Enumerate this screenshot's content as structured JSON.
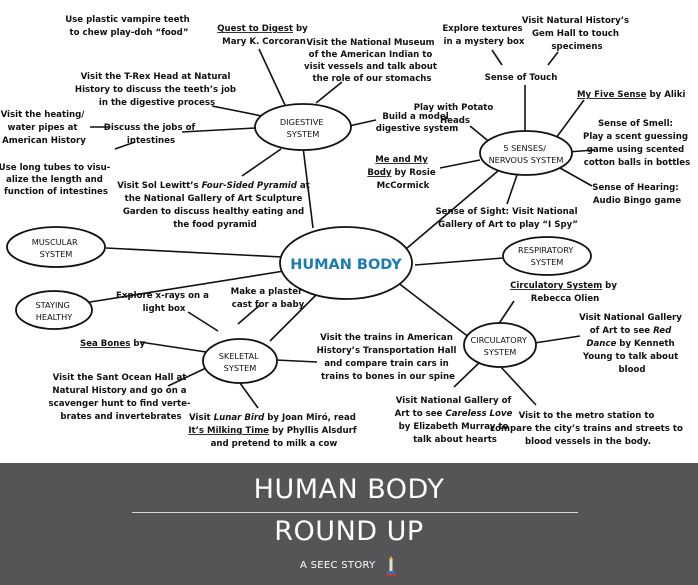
{
  "center": {
    "label": "HUMAN BODY"
  },
  "nodes": {
    "digestive": [
      "DIGESTIVE",
      "SYSTEM"
    ],
    "senses": [
      "5 SENSES/",
      "NERVOUS SYSTEM"
    ],
    "muscular": [
      "MUSCULAR",
      "SYSTEM"
    ],
    "respiratory": [
      "RESPIRATORY",
      "SYSTEM"
    ],
    "staying_healthy": [
      "STAYING",
      "HEALTHY"
    ],
    "skeletal": [
      "SKELETAL",
      "SYSTEM"
    ],
    "circulatory": [
      "CIRCULATORY",
      "SYSTEM"
    ]
  },
  "notes": {
    "vampire_teeth": [
      "Use plastic vampire teeth",
      "to chew play-doh “food”"
    ],
    "quest_title": "Quest to Digest",
    "quest_by": " by",
    "quest_author": "Mary K. Corcoran",
    "american_indian": [
      "Visit the National Museum",
      "of the American Indian to",
      "visit vessels and talk about",
      "the role of our stomachs"
    ],
    "trex": [
      "Visit the T-Rex Head at Natural",
      "History to discuss the teeth’s job",
      "in the digestive process"
    ],
    "heating_pipes": [
      "Visit the heating/",
      "water pipes at",
      "American History"
    ],
    "jobs_intestines": [
      "Discuss the jobs of",
      "intestines"
    ],
    "build_model": [
      "Build a model",
      "digestive system"
    ],
    "long_tubes": [
      "Use long tubes to visu-",
      "alize the length and",
      "function of intestines"
    ],
    "sol_lewitt_pre": "Visit Sol Lewitt’s ",
    "sol_lewitt_title": "Four-Sided Pyramid",
    "sol_lewitt_post": " at",
    "sol_lewitt_rest": [
      "the National Gallery of Art Sculpture",
      "Garden to discuss healthy eating and",
      "the food pyramid"
    ],
    "textures": [
      "Explore textures",
      "in a mystery box"
    ],
    "gem_hall": [
      "Visit Natural History’s",
      "Gem Hall to touch",
      "specimens"
    ],
    "sense_touch": "Sense of Touch",
    "five_sense_title": "My Five Sense",
    "five_sense_by": " by Aliki",
    "potato_heads": [
      "Play with Potato",
      "Heads"
    ],
    "sense_smell": [
      "Sense of Smell:",
      "Play a scent guessing",
      "game using scented",
      "cotton balls in bottles"
    ],
    "me_body_title1": "Me and My",
    "me_body_title2": "Body",
    "me_body_by": " by Rosie",
    "me_body_author": "McCormick",
    "sense_hearing": [
      "Sense of Hearing:",
      "Audio Bingo game"
    ],
    "sense_sight": [
      "Sense of Sight: Visit National",
      "Gallery of Art to play “I Spy”"
    ],
    "xrays": [
      "Explore x-rays on a",
      "light box"
    ],
    "plaster_cast": [
      "Make a plaster",
      "cast for a baby"
    ],
    "circulatory_title": "Circulatory System",
    "circulatory_by": " by",
    "circulatory_author": "Rebecca Olien",
    "red_dance_pre": [
      "Visit National Gallery"
    ],
    "red_dance_mid1": "of Art to see ",
    "red_dance_title": "Red",
    "red_dance_title2": "Dance",
    "red_dance_post": " by Kenneth",
    "red_dance_rest": [
      "Young to talk about",
      "blood"
    ],
    "sea_bones_title": "Sea Bones",
    "sea_bones_by": " by",
    "trains_history": [
      "Visit the trains in American",
      "History’s Transportation Hall",
      "and compare train cars in",
      "trains to bones in our spine"
    ],
    "ocean_hall": [
      "Visit the Sant Ocean Hall at",
      "Natural History and go on a",
      "scavenger hunt to find verte-",
      "brates and invertebrates"
    ],
    "careless_pre": [
      "Visit National Gallery of"
    ],
    "careless_mid": "Art to see ",
    "careless_title": "Careless Love",
    "careless_rest": [
      "by Elizabeth Murray to",
      "talk about hearts"
    ],
    "metro": [
      "Visit to the metro station to",
      "compare the city’s trains and streets to",
      "blood vessels in the body."
    ],
    "lunar_pre": "Visit ",
    "lunar_title": "Lunar Bird",
    "lunar_post": " by Joan Miró, read",
    "milking_title": "It’s Milking Time",
    "milking_post": " by Phyllis Alsdurf",
    "milking_rest": "and pretend to milk a cow"
  },
  "footer": {
    "title_line1": "HUMAN BODY",
    "title_line2": "ROUND UP",
    "story": "A SEEC STORY",
    "icon": "monument-icon"
  }
}
